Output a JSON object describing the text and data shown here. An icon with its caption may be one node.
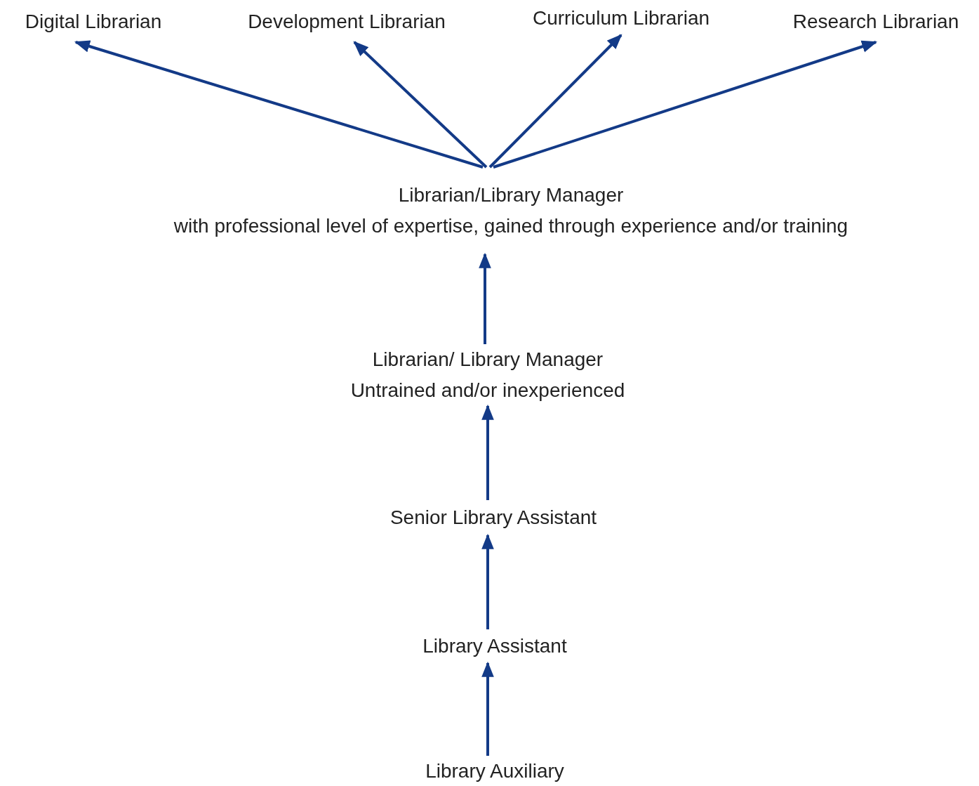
{
  "diagram": {
    "nodes": [
      {
        "text": [
          "Digital Librarian"
        ]
      },
      {
        "text": [
          "Development Librarian"
        ]
      },
      {
        "text": [
          "Curriculum Librarian"
        ]
      },
      {
        "text": [
          "Research Librarian"
        ]
      },
      {
        "text": [
          "Librarian/Library Manager",
          "with professional level of expertise, gained through experience and/or training"
        ]
      },
      {
        "text": [
          "Librarian/ Library Manager",
          "Untrained and/or inexperienced"
        ]
      },
      {
        "text": [
          "Senior Library Assistant"
        ]
      },
      {
        "text": [
          "Library Assistant"
        ]
      },
      {
        "text": [
          "Library Auxiliary"
        ]
      }
    ],
    "edges": [
      {
        "from": 4,
        "to": 0,
        "arrow": "to",
        "color": "#133a87"
      },
      {
        "from": 4,
        "to": 1,
        "arrow": "to",
        "color": "#133a87"
      },
      {
        "from": 4,
        "to": 2,
        "arrow": "to",
        "color": "#133a87"
      },
      {
        "from": 4,
        "to": 3,
        "arrow": "to",
        "color": "#133a87"
      },
      {
        "from": 5,
        "to": 4,
        "arrow": "to",
        "color": "#133a87"
      },
      {
        "from": 6,
        "to": 5,
        "arrow": "to",
        "color": "#133a87"
      },
      {
        "from": 7,
        "to": 6,
        "arrow": "to",
        "color": "#133a87"
      },
      {
        "from": 8,
        "to": 7,
        "arrow": "to",
        "color": "#133a87"
      }
    ]
  }
}
